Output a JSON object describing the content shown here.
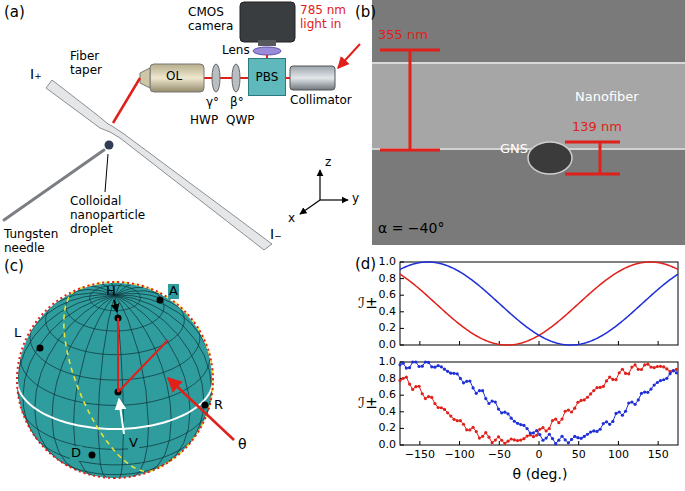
{
  "diagram": {
    "nodes": [
      {
        "text": [
          "PBS"
        ]
      }
    ],
    "labels": [
      "(a)",
      "785 nm light in",
      "CMOS camera",
      "Lens",
      "Collimator",
      "β°",
      "γ°",
      "QWP",
      "HWP",
      "OL",
      "Fiber taper",
      "I₊",
      "I₋",
      "Tungsten needle",
      "Colloidal nanoparticle droplet",
      "x",
      "y",
      "z",
      "(b)",
      "355 nm",
      "Nanofiber",
      "GNS",
      "139 nm",
      "α = −40°",
      "(c)",
      "H",
      "A",
      "L",
      "R",
      "D",
      "V",
      "θ",
      "(d)",
      "ℐ±",
      "ℐ±",
      "1.0",
      "0.8",
      "0.6",
      "0.4",
      "0.2",
      "0.0",
      "1.0",
      "0.8",
      "0.6",
      "0.4",
      "0.2",
      "0.0",
      "−150",
      "−100",
      "−50",
      "0",
      "50",
      "100",
      "150",
      "θ (deg.)"
    ]
  }
}
